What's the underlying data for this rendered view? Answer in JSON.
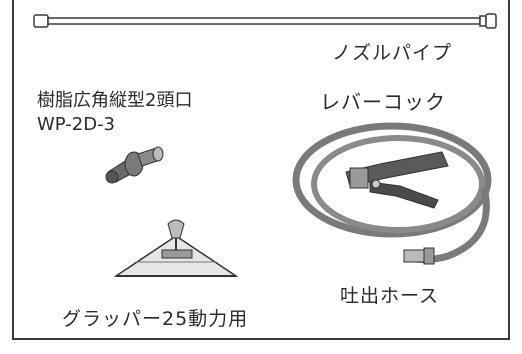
{
  "labels": {
    "nozzle_pipe": "ノズルパイプ",
    "nozzle_line1": "樹脂広角縦型2頭口",
    "nozzle_line2": "WP-2D-3",
    "lever_cock": "レバーコック",
    "discharge_hose": "吐出ホース",
    "grabber": "グラッパー25動力用"
  },
  "colors": {
    "line": "#3a3a3a",
    "hose": "#7a7a7a",
    "part_dark": "#555555",
    "part_light": "#e6e6e6"
  },
  "icons": {
    "pipe": "nozzle-pipe-illustration",
    "nozzle": "nozzle-head-illustration",
    "grabber": "grabber-illustration",
    "lever": "lever-cock-illustration",
    "hose": "hose-coil-illustration"
  }
}
